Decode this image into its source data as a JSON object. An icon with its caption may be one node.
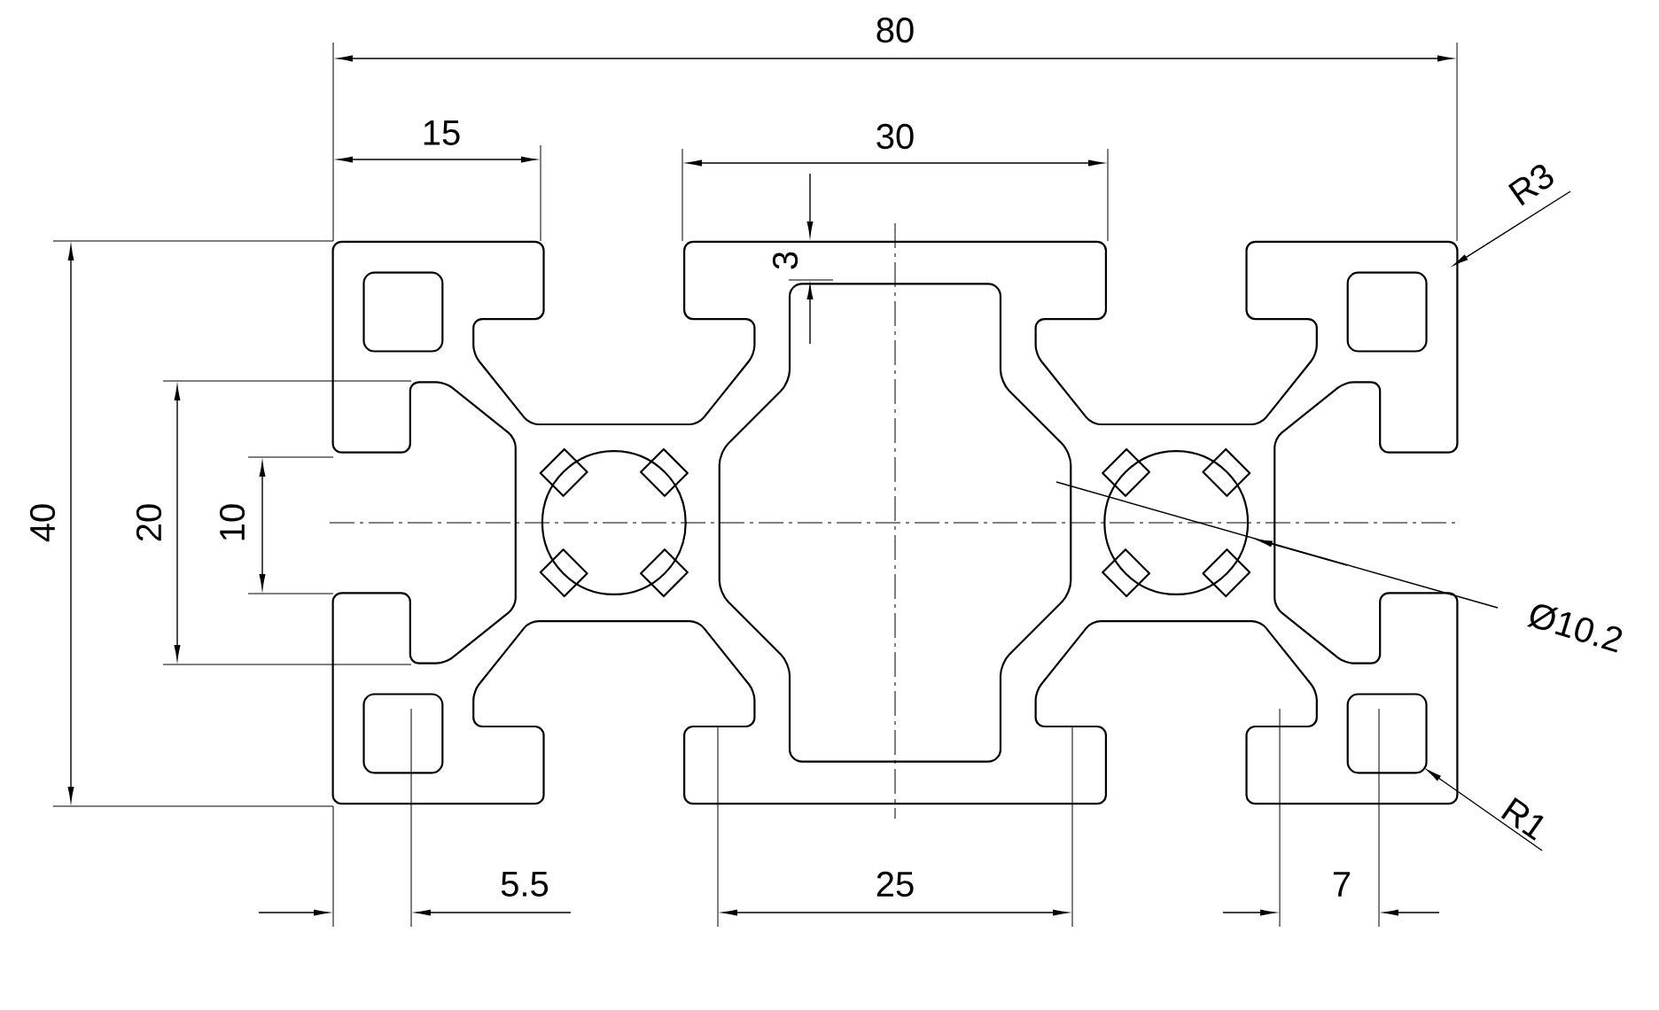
{
  "diagram": {
    "labels": [
      "80",
      "15",
      "30",
      "R3",
      "3",
      "40",
      "20",
      "10",
      "Ø10.2",
      "R1",
      "5.5",
      "25",
      "7"
    ]
  }
}
